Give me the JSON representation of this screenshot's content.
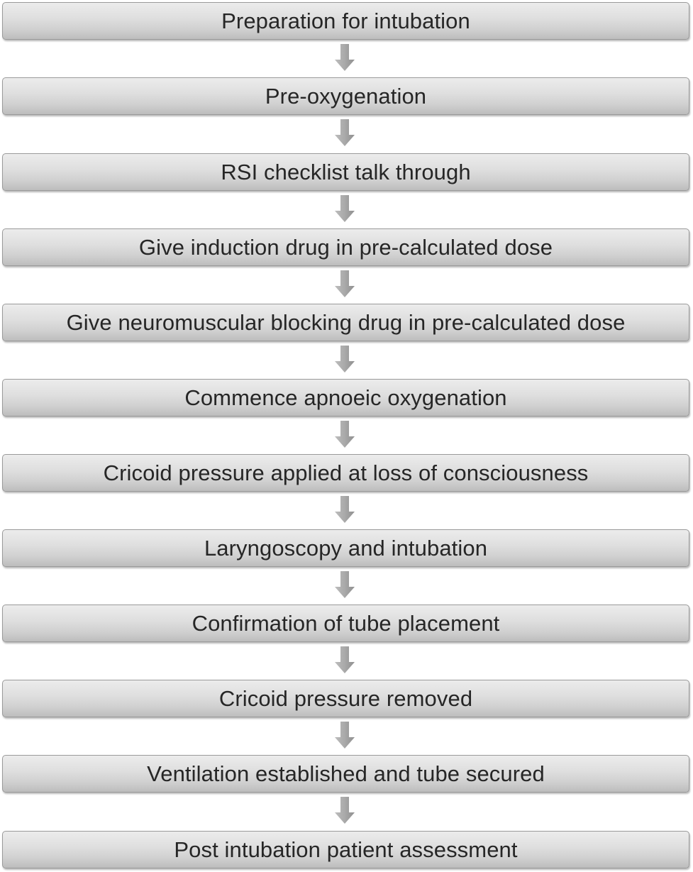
{
  "flowchart": {
    "steps": [
      "Preparation for intubation",
      "Pre-oxygenation",
      "RSI checklist talk through",
      "Give induction drug in pre-calculated dose",
      "Give neuromuscular blocking drug in pre-calculated dose",
      "Commence apnoeic oxygenation",
      "Cricoid pressure applied at loss of consciousness",
      "Laryngoscopy and intubation",
      "Confirmation of tube placement",
      "Cricoid pressure removed",
      "Ventilation established and tube secured",
      "Post intubation patient assessment"
    ]
  },
  "colors": {
    "box_border": "#9a9a9a",
    "box_fill_top": "#ececec",
    "box_fill_bottom": "#bdbdbd",
    "text": "#262626",
    "arrow": "#a9a9a9"
  }
}
